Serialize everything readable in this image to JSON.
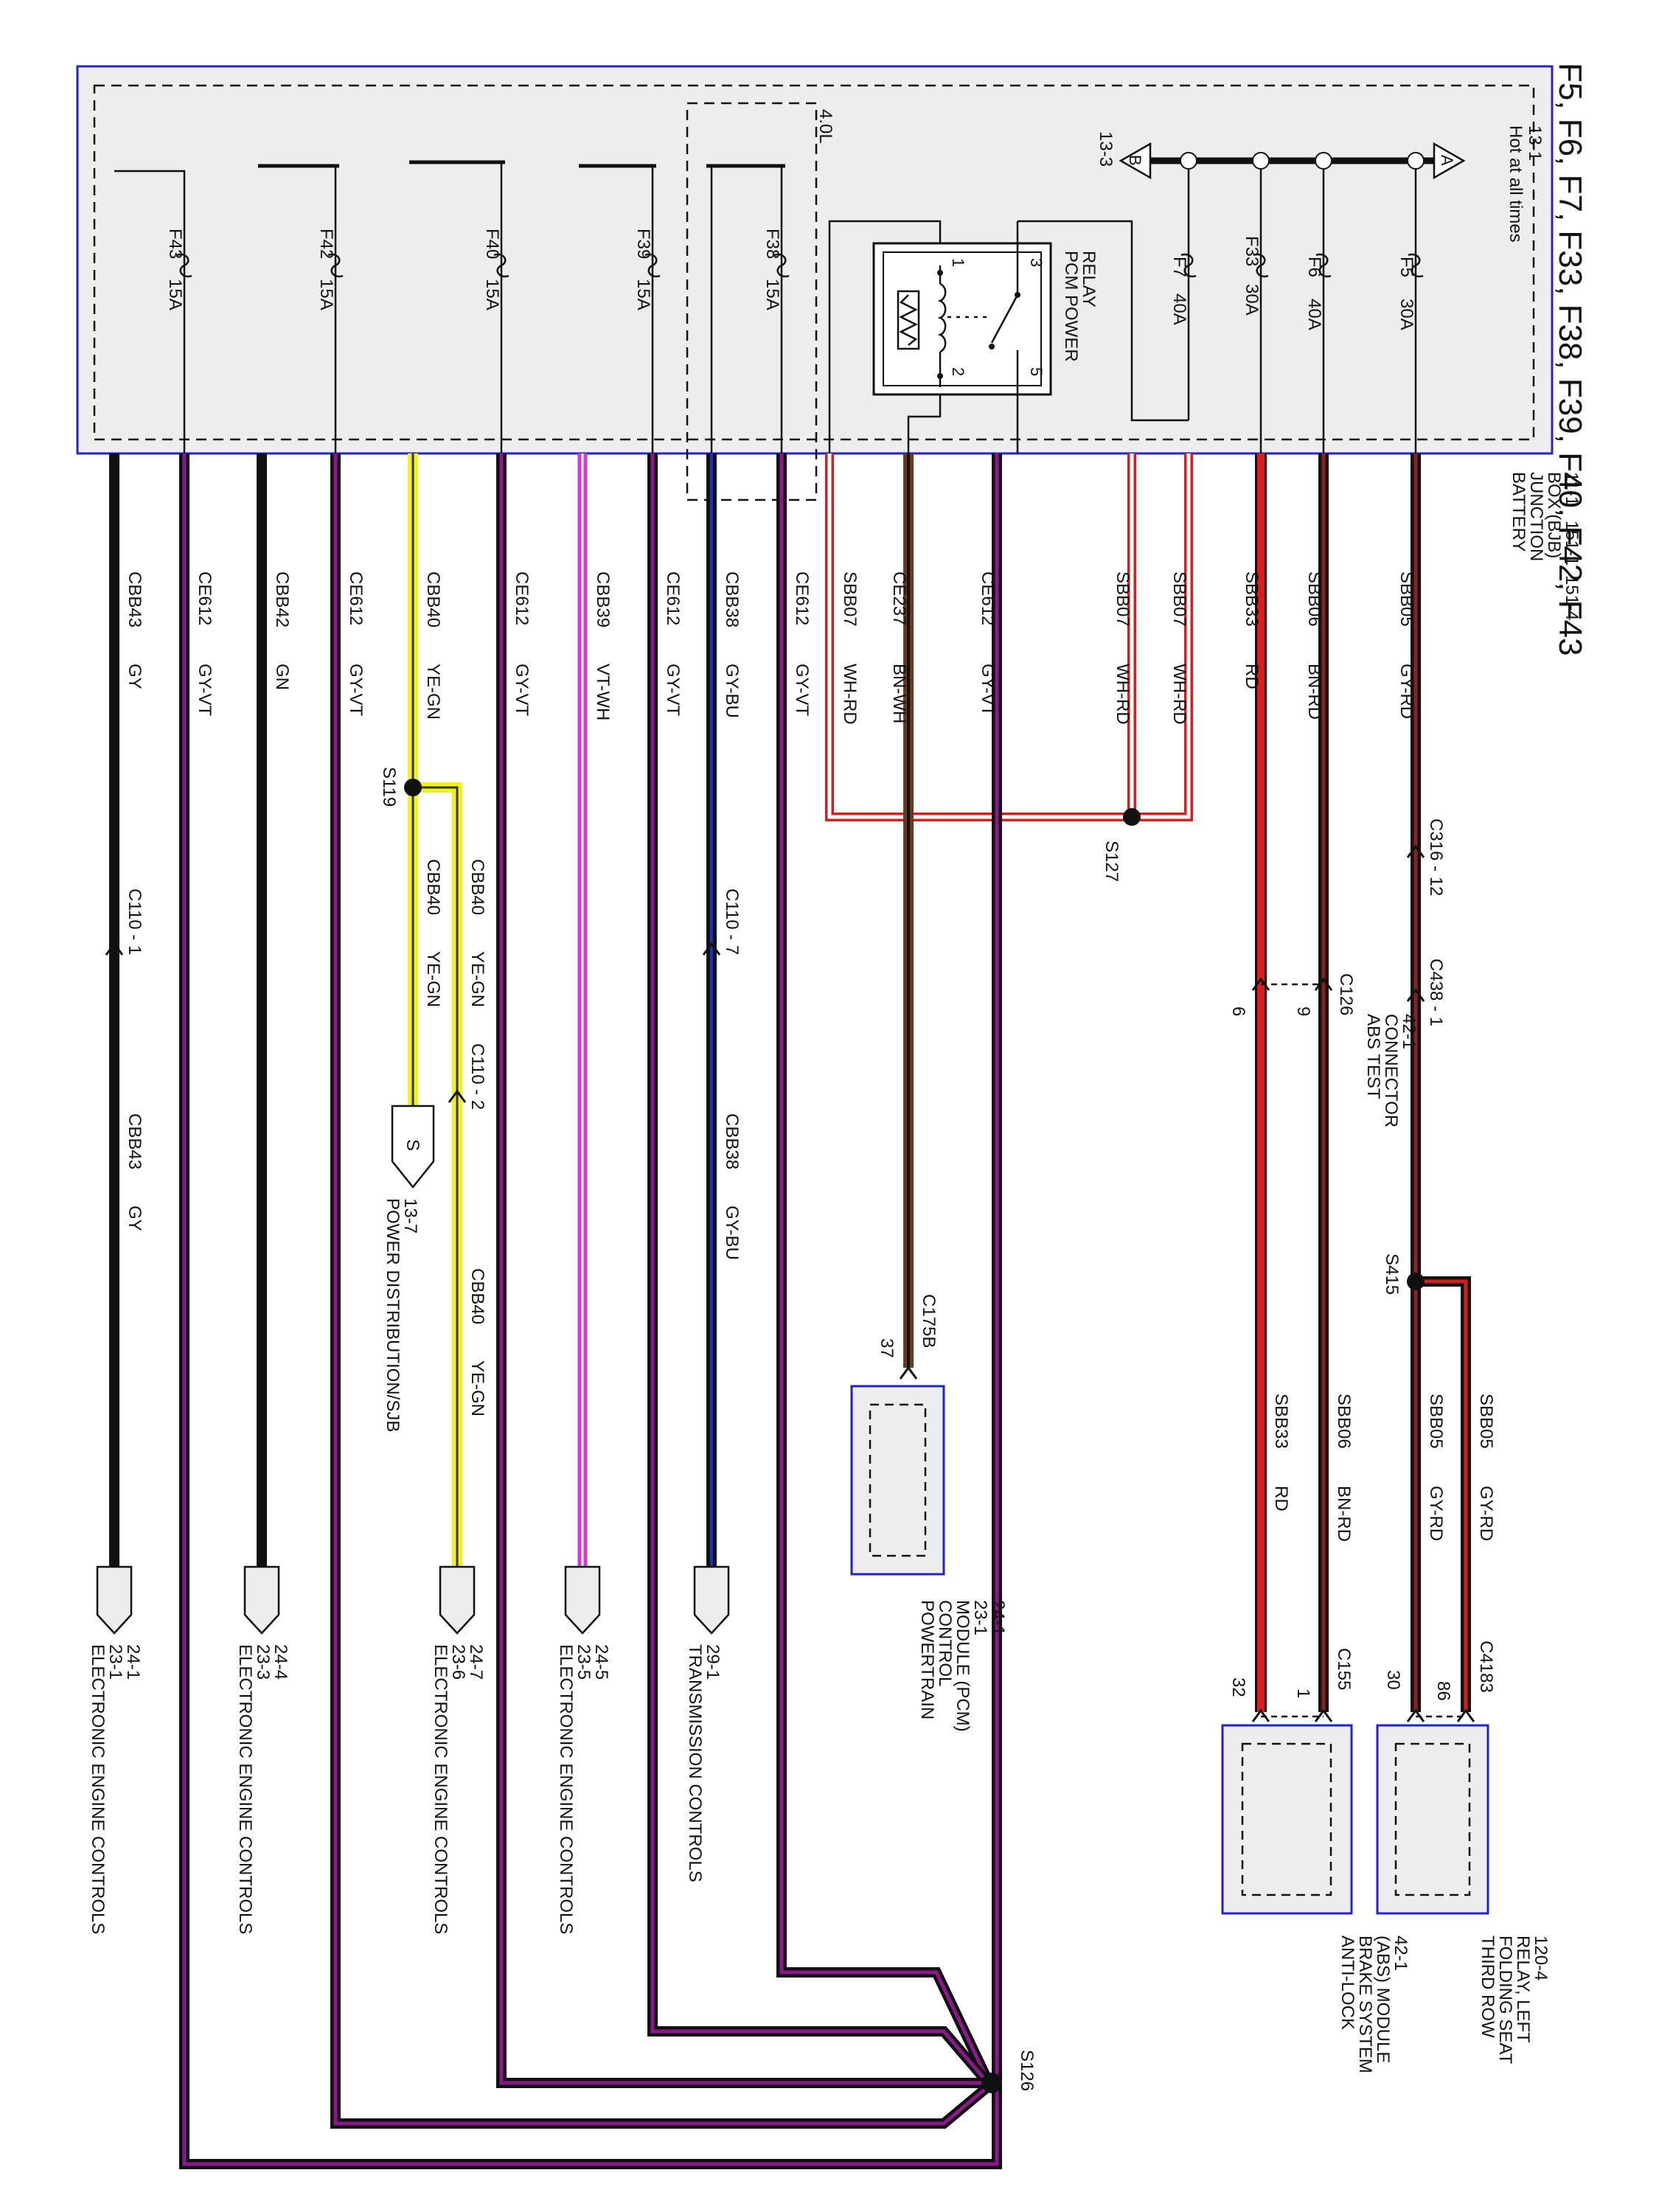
{
  "title": "F5, F6, F7, F33, F38, F39, F40, F42, F43",
  "bjb": {
    "name": [
      "BATTERY",
      "JUNCTION",
      "BOX (BJB)"
    ],
    "refs": [
      "11-1",
      "151-1",
      "151-4"
    ],
    "hot_label": [
      "Hot at all times",
      "13-1"
    ],
    "bus_a": "A",
    "bus_b": "B",
    "bus_b_ref": "13-3",
    "variant": "4.0L"
  },
  "fuses": [
    {
      "id": "F5",
      "rating": "30A"
    },
    {
      "id": "F6",
      "rating": "40A"
    },
    {
      "id": "F33",
      "rating": "30A"
    },
    {
      "id": "F7",
      "rating": "40A"
    },
    {
      "id": "F38",
      "rating": "15A"
    },
    {
      "id": "F39",
      "rating": "15A"
    },
    {
      "id": "F40",
      "rating": "15A"
    },
    {
      "id": "F42",
      "rating": "15A"
    },
    {
      "id": "F43",
      "rating": "15A"
    }
  ],
  "relay": {
    "name": [
      "PCM POWER",
      "RELAY"
    ],
    "pins": [
      "1",
      "2",
      "3",
      "5"
    ]
  },
  "wires": [
    {
      "circuit": "SBB05",
      "color_code": "GY-RD",
      "colors": [
        "#8a8a8a",
        "#d21f1f"
      ]
    },
    {
      "circuit": "SBB06",
      "color_code": "BN-RD",
      "colors": [
        "#6b3a1c",
        "#d21f1f"
      ]
    },
    {
      "circuit": "SBB33",
      "color_code": "RD",
      "colors": [
        "#e01b1b"
      ]
    },
    {
      "circuit": "SBB07",
      "color_code": "WH-RD",
      "colors": [
        "#ffffff",
        "#d21f1f"
      ]
    },
    {
      "circuit": "CE612",
      "color_code": "GY-VT",
      "colors": [
        "#8a8a8a",
        "#8a1a8a"
      ]
    },
    {
      "circuit": "CE237",
      "color_code": "BN-WH",
      "colors": [
        "#6b3a1c",
        "#ffffff"
      ]
    },
    {
      "circuit": "CBB38",
      "color_code": "GY-BU",
      "colors": [
        "#8a8a8a",
        "#1f2fbf"
      ]
    },
    {
      "circuit": "CBB39",
      "color_code": "VT-WH",
      "colors": [
        "#d23ad2",
        "#ffffff"
      ]
    },
    {
      "circuit": "CBB40",
      "color_code": "YE-GN",
      "colors": [
        "#f2f21a",
        "#1f8a1f"
      ]
    },
    {
      "circuit": "CBB42",
      "color_code": "GN",
      "colors": [
        "#1a1a1a"
      ]
    },
    {
      "circuit": "CBB43",
      "color_code": "GY",
      "colors": [
        "#8a8a8a"
      ]
    }
  ],
  "connectors": {
    "c316": "C316 - 12",
    "c438": "C438 - 1",
    "c126": "C126",
    "c126_pins": [
      "9",
      "6"
    ],
    "c110_1": "C110 - 1",
    "c110_7": "C110 - 7",
    "c110_2": "C110 - 2",
    "c175b": "C175B",
    "c175b_pin": "37",
    "c155": "C155",
    "c155_pins": [
      "1",
      "32"
    ],
    "c4183": "C4183",
    "c4183_pins": [
      "86",
      "30"
    ]
  },
  "splices": {
    "s127": "S127",
    "s119": "S119",
    "s415": "S415",
    "s126": "S126"
  },
  "components": {
    "abs_test": [
      "ABS TEST",
      "CONNECTOR",
      "42-1"
    ],
    "pcm": [
      "POWERTRAIN",
      "CONTROL",
      "MODULE (PCM)",
      "23-1",
      "24-1"
    ],
    "abs": [
      "ANTI-LOCK",
      "BRAKE SYSTEM",
      "(ABS) MODULE",
      "42-1"
    ],
    "seat_relay": [
      "THIRD ROW",
      "FOLDING SEAT",
      "RELAY, LEFT",
      "120-4"
    ],
    "power_dist": {
      "letter": "S",
      "lines": [
        "POWER DISTRIBUTION/SJB",
        "13-7"
      ]
    },
    "trans": [
      "TRANSMISSION CONTROLS",
      "29-1"
    ],
    "eec39": [
      "ELECTRONIC ENGINE CONTROLS",
      "23-5",
      "24-5"
    ],
    "eec40": [
      "ELECTRONIC ENGINE CONTROLS",
      "23-6",
      "24-7"
    ],
    "eec42": [
      "ELECTRONIC ENGINE CONTROLS",
      "23-3",
      "24-4"
    ],
    "eec43": [
      "ELECTRONIC ENGINE CONTROLS",
      "23-1",
      "24-1"
    ]
  }
}
